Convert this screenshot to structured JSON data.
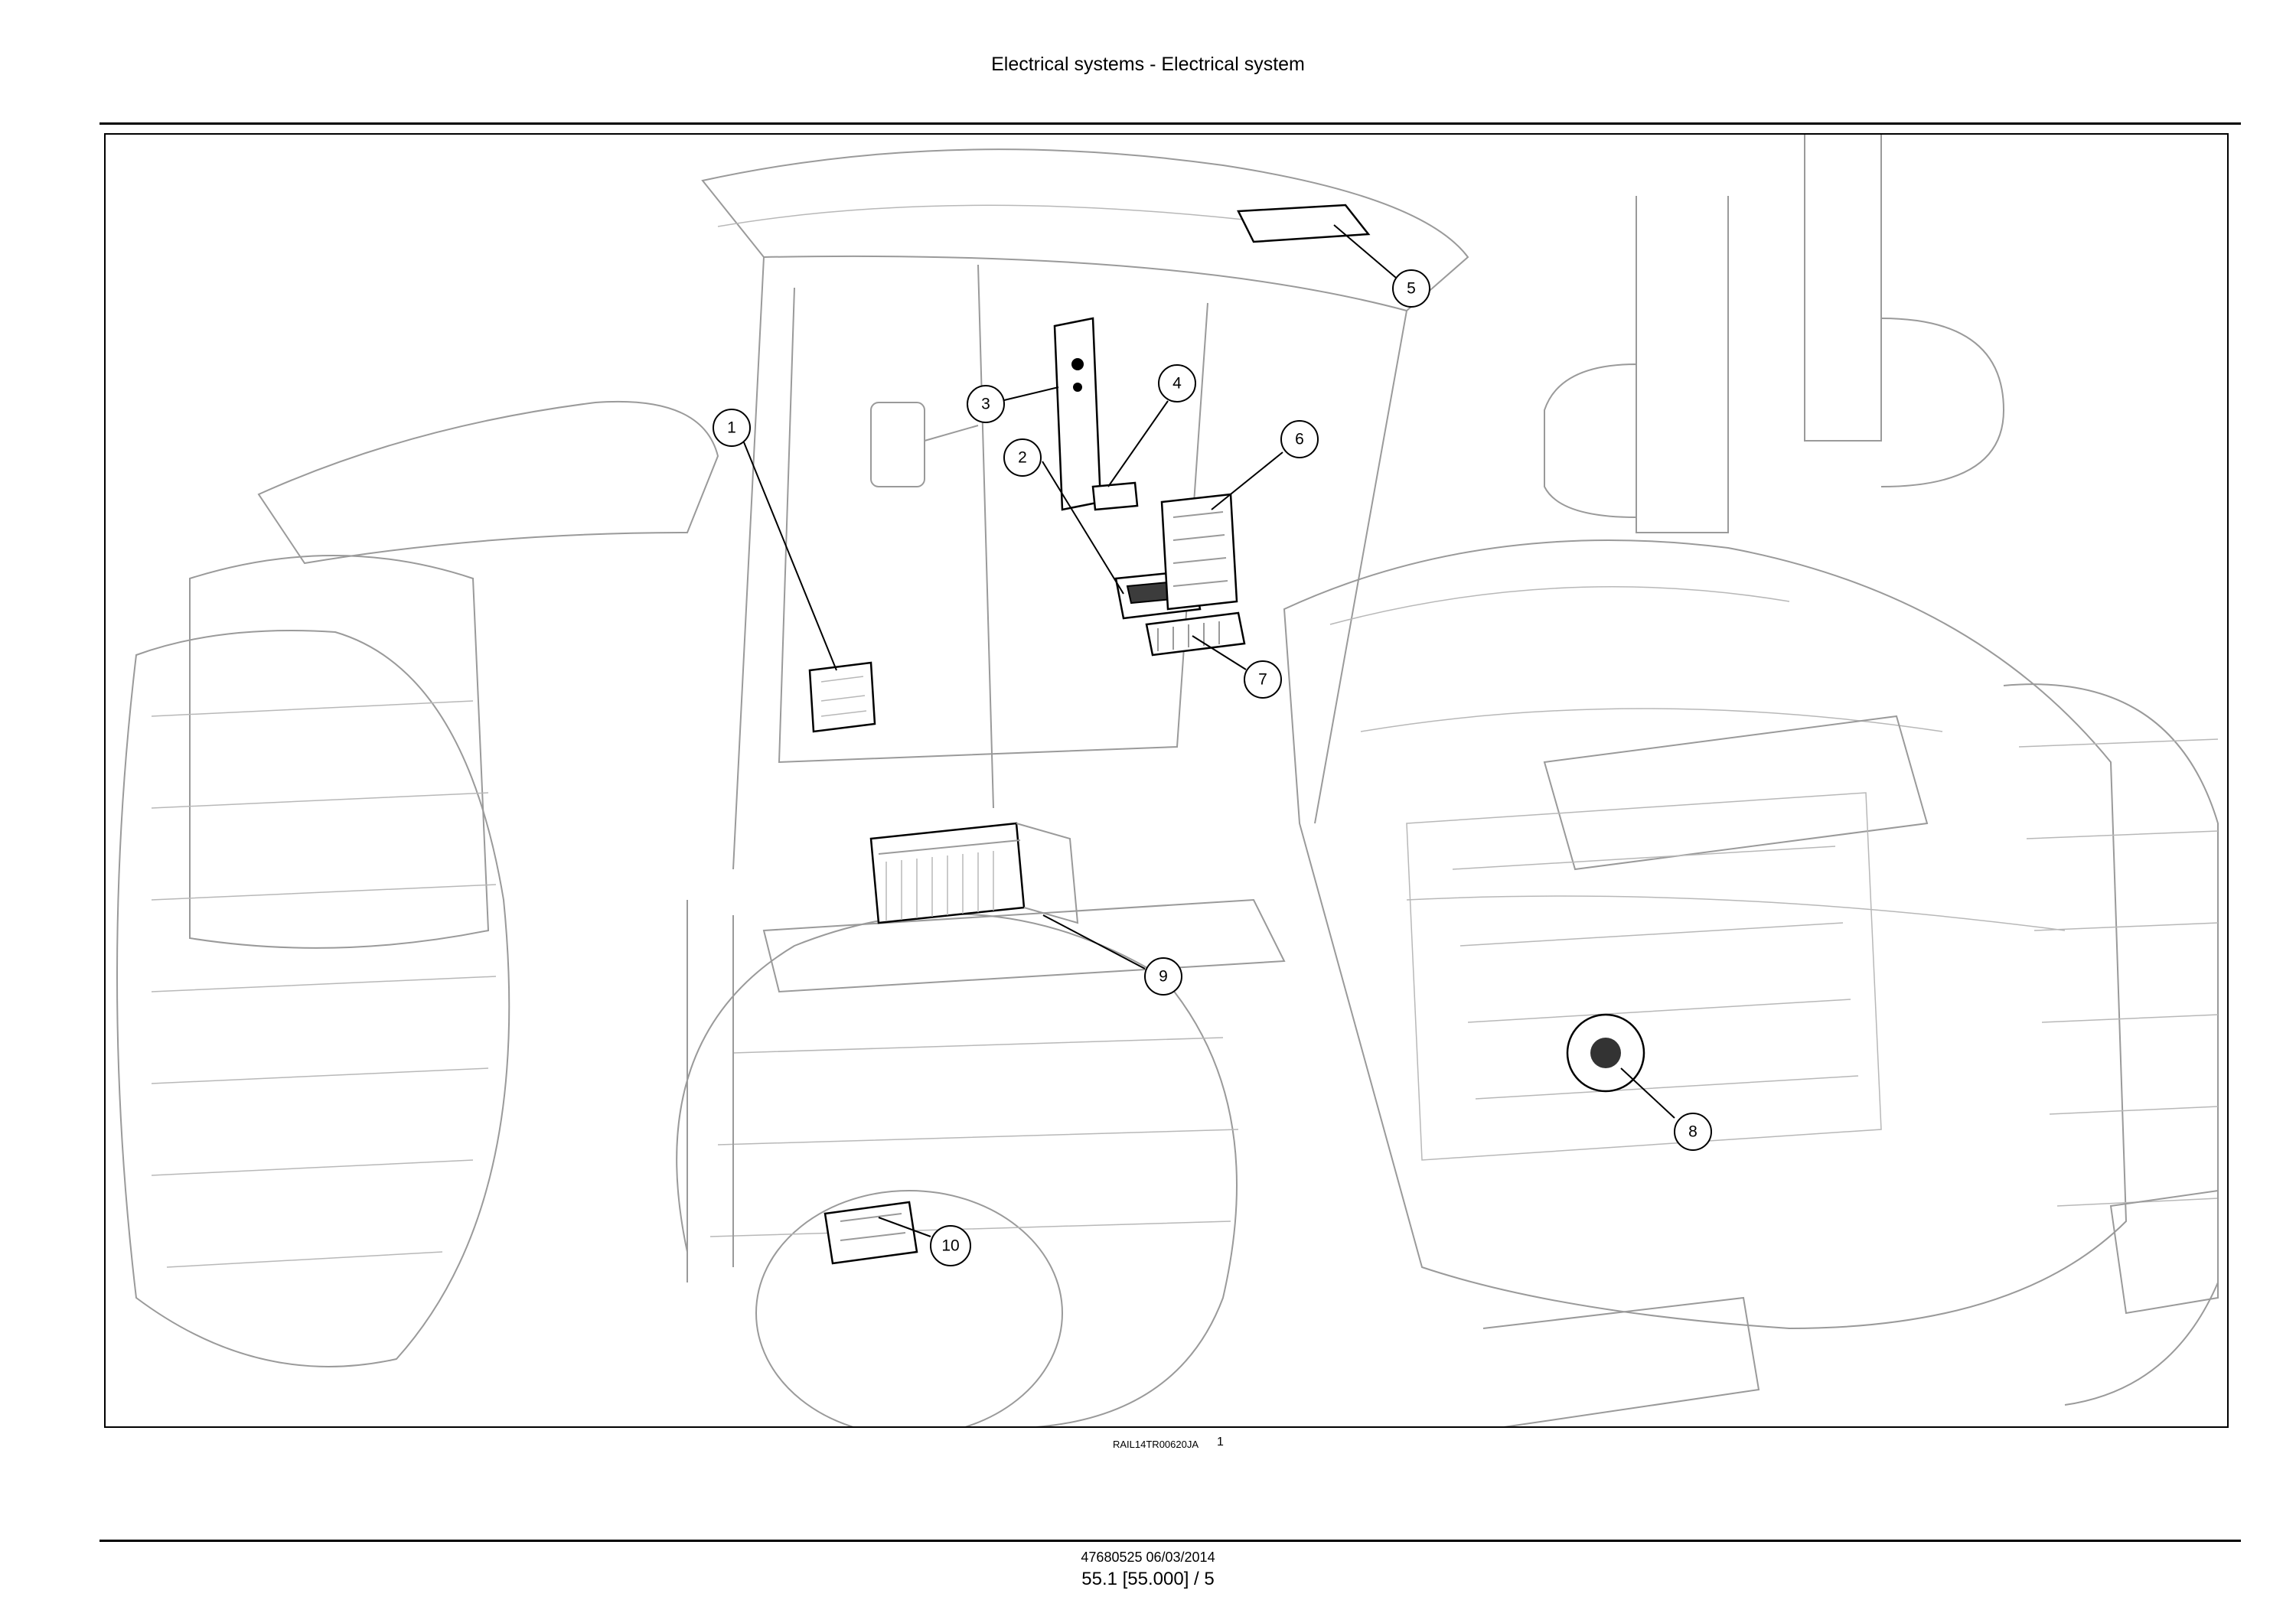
{
  "header": {
    "title": "Electrical systems - Electrical system"
  },
  "figure": {
    "reference": "RAIL14TR00620JA",
    "number": "1",
    "callouts": [
      "1",
      "2",
      "3",
      "4",
      "5",
      "6",
      "7",
      "8",
      "9",
      "10"
    ]
  },
  "footer": {
    "doc_info": "47680525 06/03/2014",
    "page": "55.1 [55.000] / 5"
  }
}
